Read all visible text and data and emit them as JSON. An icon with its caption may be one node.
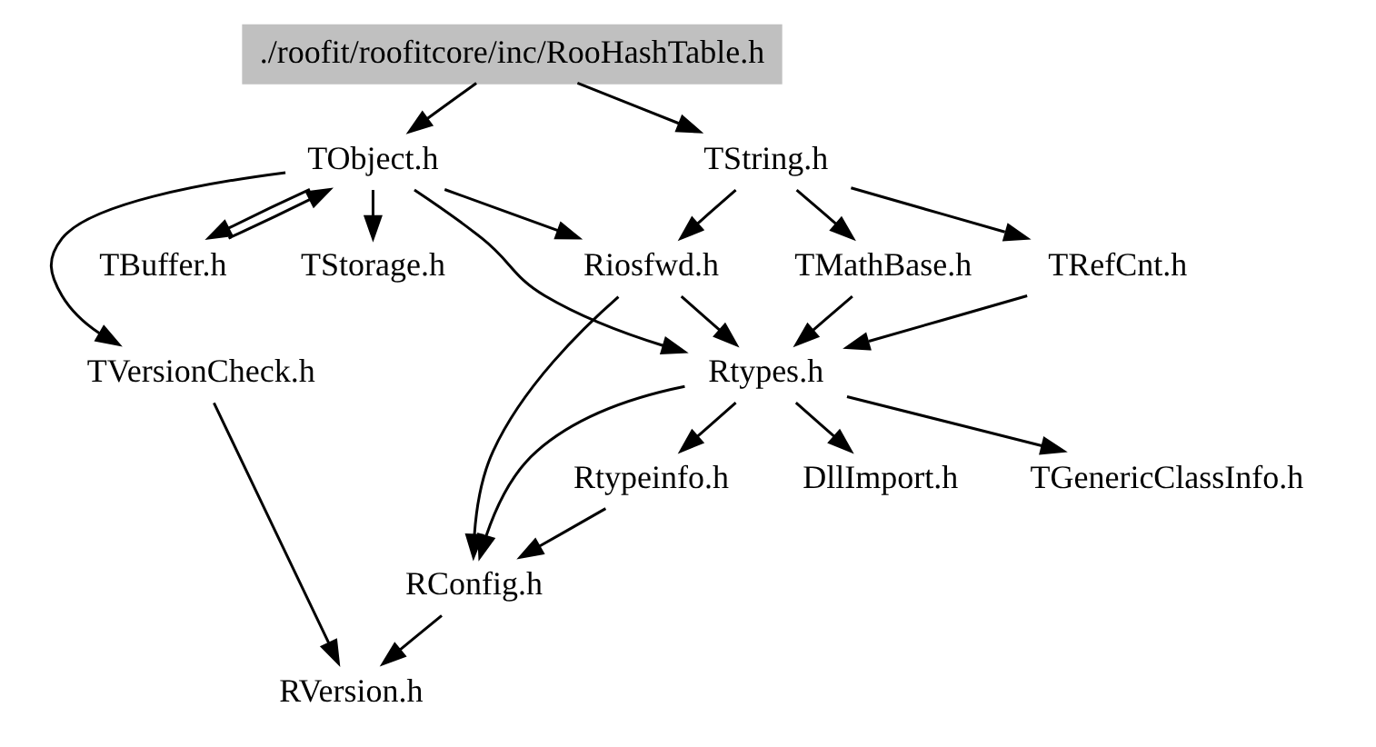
{
  "diagram": {
    "nodes": [
      {
        "text": [
          "./roofit/roofitcore/inc/RooHashTable.h"
        ]
      },
      {
        "text": [
          "TObject.h"
        ]
      },
      {
        "text": [
          "TString.h"
        ]
      },
      {
        "text": [
          "TBuffer.h"
        ]
      },
      {
        "text": [
          "TStorage.h"
        ]
      },
      {
        "text": [
          "Riosfwd.h"
        ]
      },
      {
        "text": [
          "TRefCnt.h"
        ]
      },
      {
        "text": [
          "TMathBase.h"
        ]
      },
      {
        "text": [
          "TVersionCheck.h"
        ]
      },
      {
        "text": [
          "Rtypes.h"
        ]
      },
      {
        "text": [
          "DllImport.h"
        ]
      },
      {
        "text": [
          "TGenericClassInfo.h"
        ]
      },
      {
        "text": [
          "Rtypeinfo.h"
        ]
      },
      {
        "text": [
          "RConfig.h"
        ]
      },
      {
        "text": [
          "RVersion.h"
        ]
      }
    ],
    "edges": [
      {
        "from": 0,
        "to": 1,
        "arrow": "to"
      },
      {
        "from": 0,
        "to": 2,
        "arrow": "to"
      },
      {
        "from": 1,
        "to": 8,
        "arrow": "to"
      },
      {
        "from": 1,
        "to": 3,
        "arrow": "to"
      },
      {
        "from": 3,
        "to": 1,
        "arrow": "to"
      },
      {
        "from": 1,
        "to": 4,
        "arrow": "to"
      },
      {
        "from": 1,
        "to": 5,
        "arrow": "to"
      },
      {
        "from": 1,
        "to": 9,
        "arrow": "to"
      },
      {
        "from": 2,
        "to": 5,
        "arrow": "to"
      },
      {
        "from": 2,
        "to": 6,
        "arrow": "to"
      },
      {
        "from": 2,
        "to": 7,
        "arrow": "to"
      },
      {
        "from": 5,
        "to": 9,
        "arrow": "to"
      },
      {
        "from": 5,
        "to": 13,
        "arrow": "to"
      },
      {
        "from": 6,
        "to": 9,
        "arrow": "to"
      },
      {
        "from": 7,
        "to": 9,
        "arrow": "to"
      },
      {
        "from": 9,
        "to": 10,
        "arrow": "to"
      },
      {
        "from": 9,
        "to": 11,
        "arrow": "to"
      },
      {
        "from": 9,
        "to": 12,
        "arrow": "to"
      },
      {
        "from": 9,
        "to": 13,
        "arrow": "to"
      },
      {
        "from": 12,
        "to": 13,
        "arrow": "to"
      },
      {
        "from": 8,
        "to": 14,
        "arrow": "to"
      },
      {
        "from": 13,
        "to": 14,
        "arrow": "to"
      }
    ]
  }
}
